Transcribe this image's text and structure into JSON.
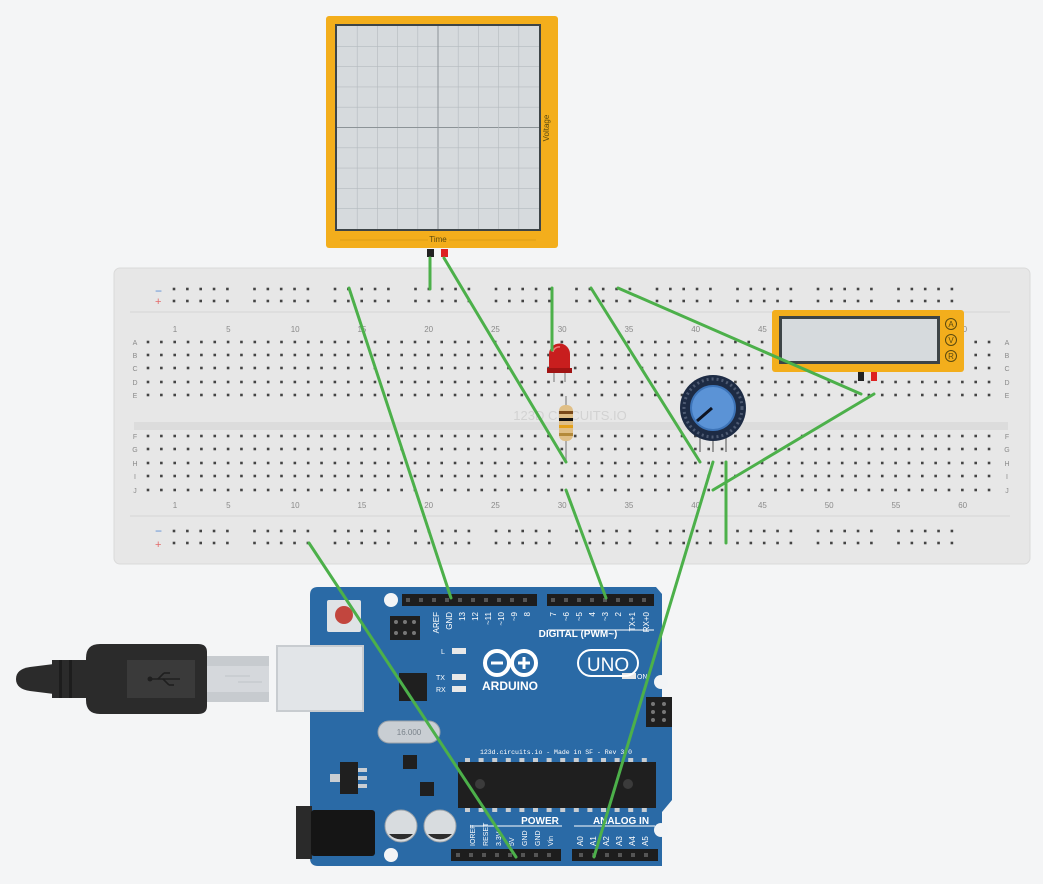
{
  "oscilloscope": {
    "axis_y": "Voltage",
    "axis_x": "Time"
  },
  "breadboard": {
    "minus": "−",
    "plus": "+",
    "rows_top": [
      "A",
      "B",
      "C",
      "D",
      "E"
    ],
    "rows_bottom": [
      "F",
      "G",
      "H",
      "I",
      "J"
    ],
    "col_numbers": [
      "1",
      "5",
      "10",
      "15",
      "20",
      "25",
      "30",
      "35",
      "40",
      "45",
      "50",
      "55",
      "60"
    ],
    "watermark": "123D CIRCUITS.IO"
  },
  "multimeter": {
    "modes": [
      "A",
      "V",
      "R"
    ]
  },
  "arduino": {
    "brand": "ARDUINO",
    "model": "UNO",
    "credit": "123d.circuits.io - Made in SF - Rev 3.0",
    "digital_label": "DIGITAL (PWM~)",
    "digital_pins": [
      "AREF",
      "GND",
      "13",
      "12",
      "~11",
      "~10",
      "~9",
      "8",
      "7",
      "~6",
      "~5",
      "4",
      "~3",
      "2",
      "TX+1",
      "RX+0"
    ],
    "power_label": "POWER",
    "power_pins": [
      "IOREF",
      "RESET",
      "3.3V",
      "5V",
      "GND",
      "GND",
      "Vin"
    ],
    "analog_label": "ANALOG IN",
    "analog_pins": [
      "A0",
      "A1",
      "A2",
      "A3",
      "A4",
      "A5"
    ],
    "led_labels": [
      "L",
      "TX",
      "RX",
      "ON"
    ],
    "crystal": "16.000"
  },
  "colors": {
    "wire": "#4cb04a",
    "board": "#2a6aa6",
    "instrument": "#f3ae1c"
  }
}
